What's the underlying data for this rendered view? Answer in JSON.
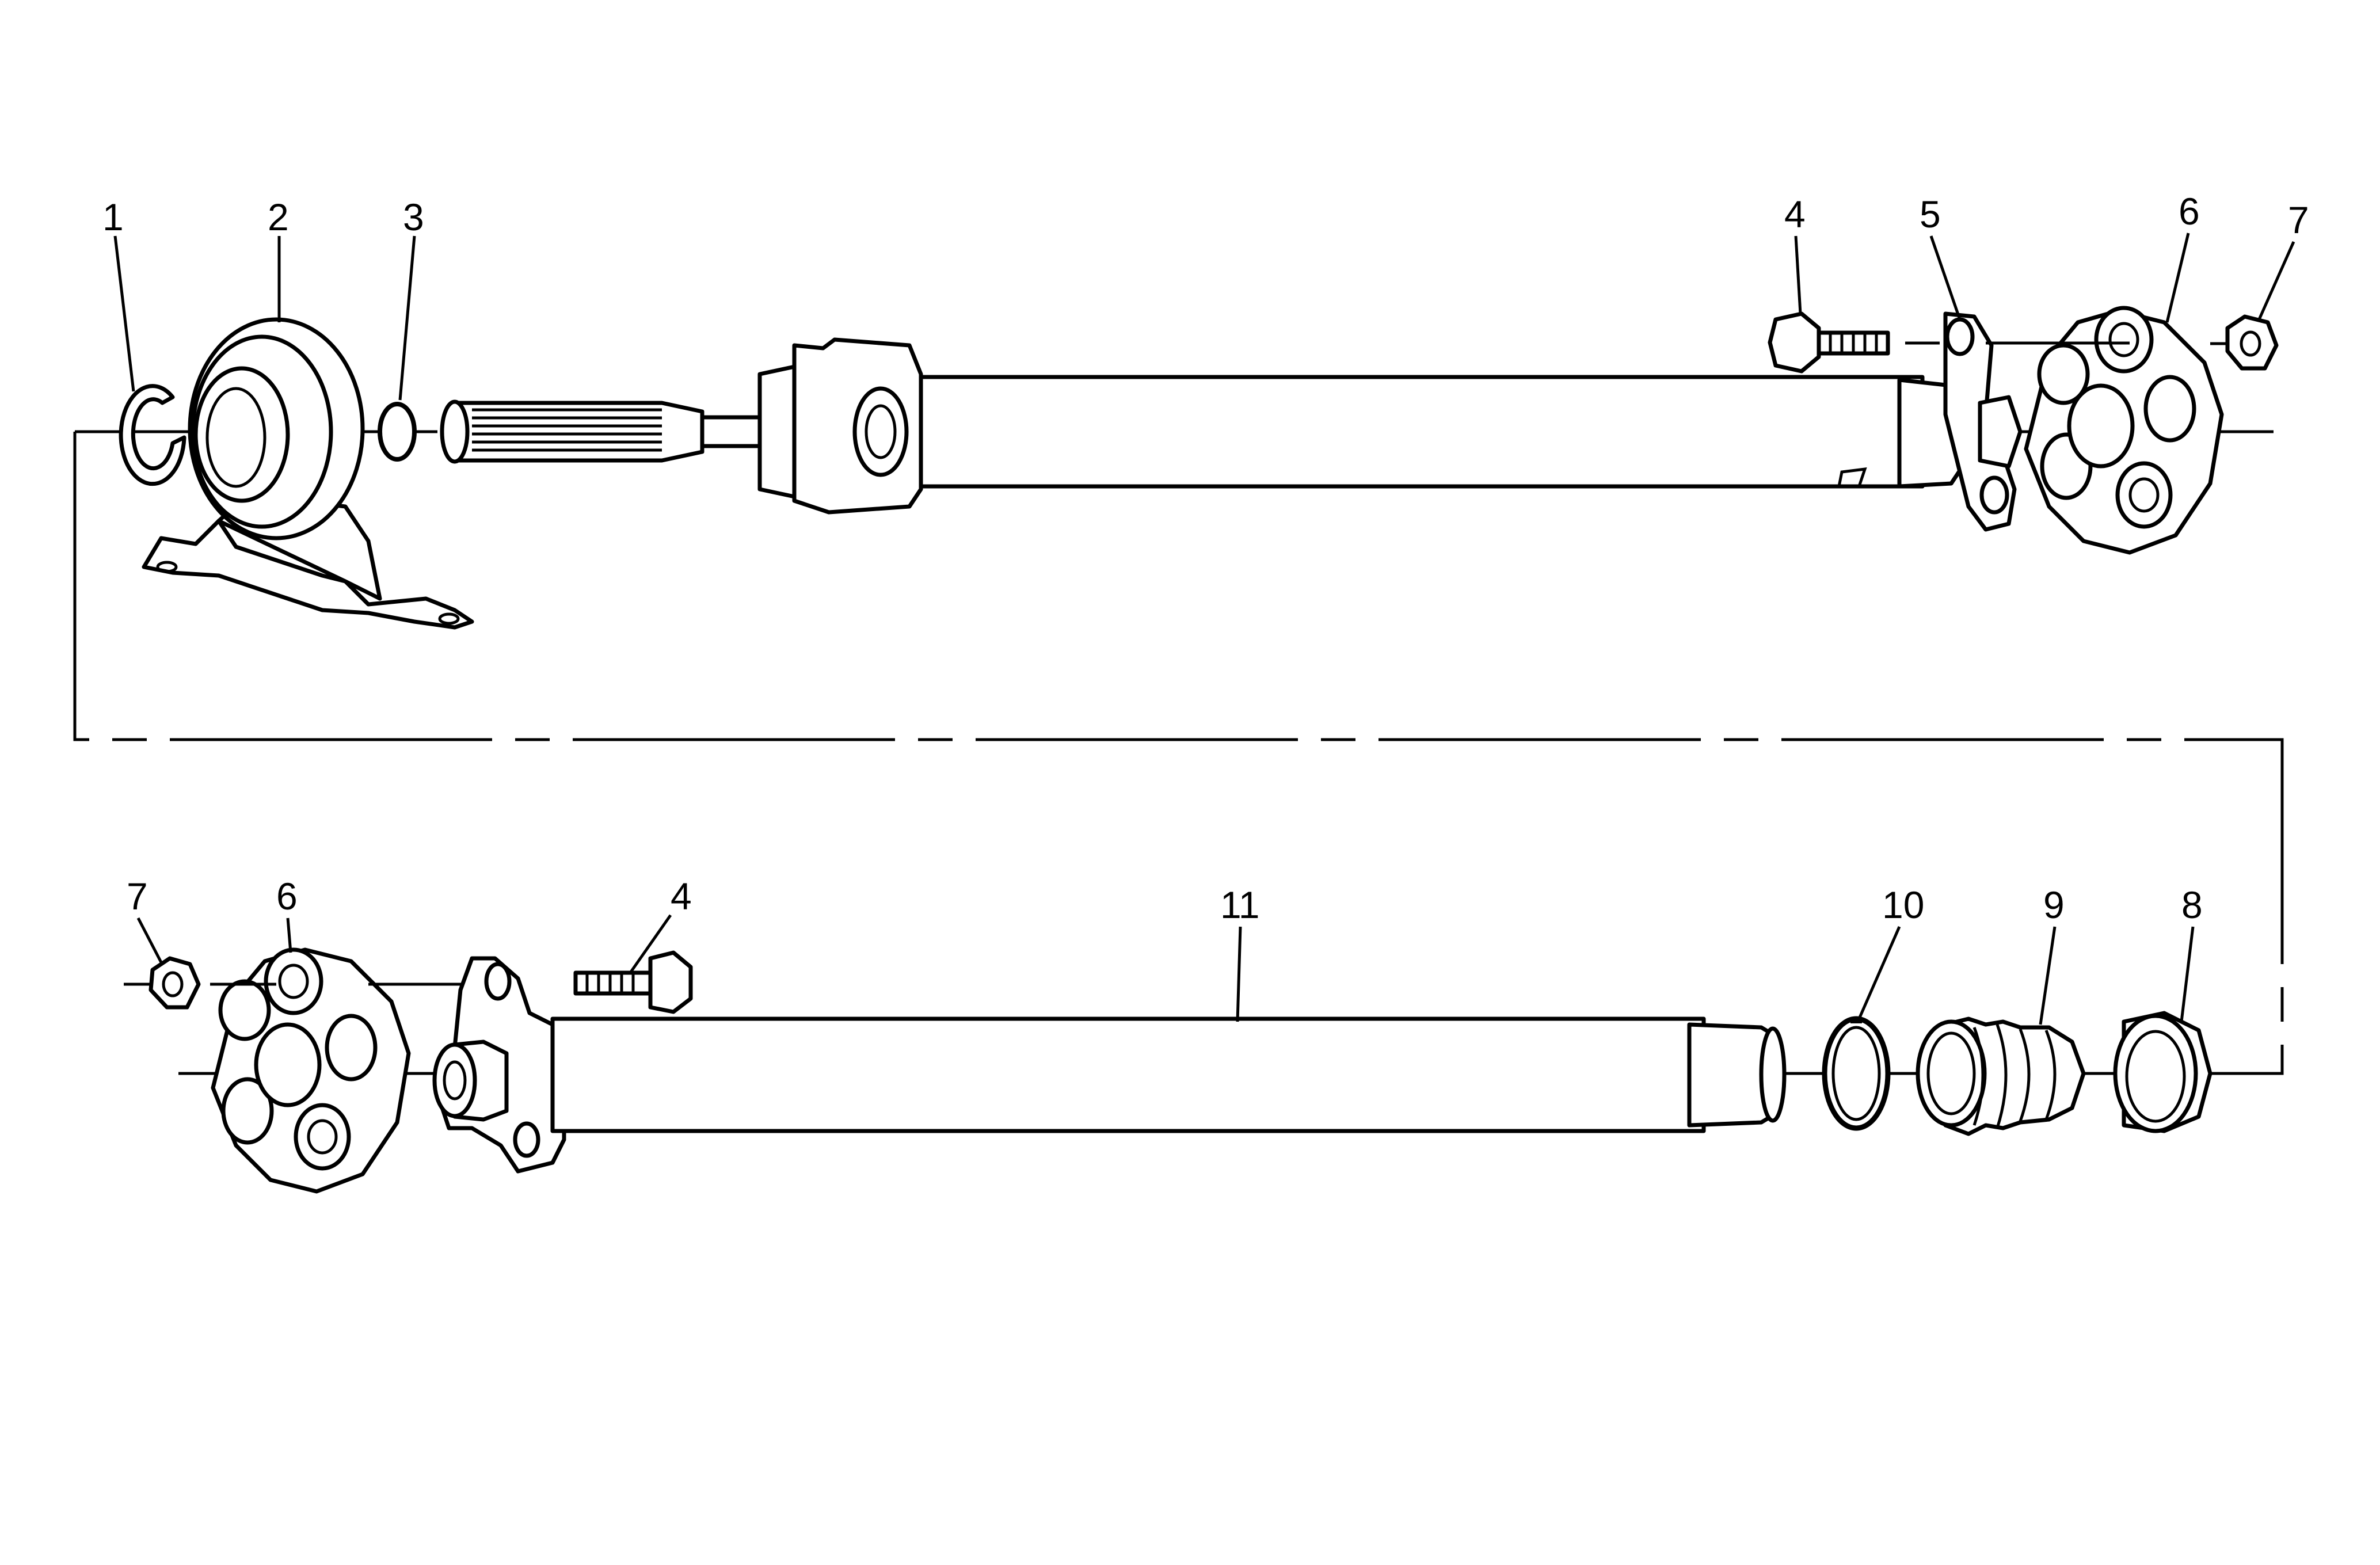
{
  "callouts": {
    "c1": "1",
    "c2": "2",
    "c3": "3",
    "c4a": "4",
    "c5": "5",
    "c6a": "6",
    "c7a": "7",
    "c7b": "7",
    "c6b": "6",
    "c4b": "4",
    "c11": "11",
    "c10": "10",
    "c9": "9",
    "c8": "8"
  },
  "colors": {
    "line": "#000000",
    "background": "#ffffff"
  }
}
